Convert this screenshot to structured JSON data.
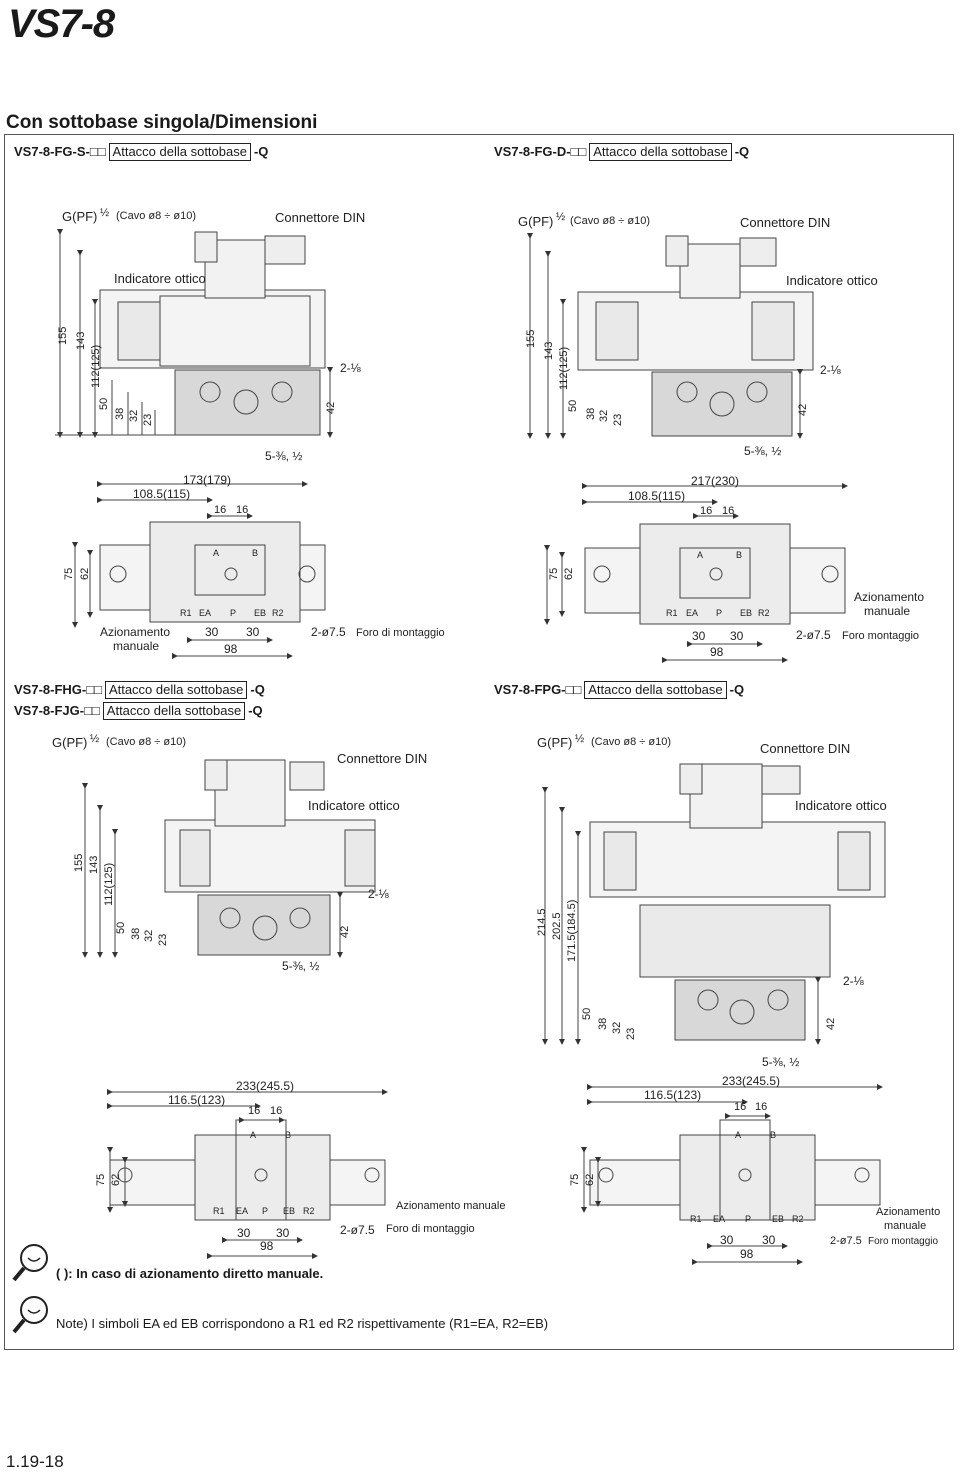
{
  "header": {
    "title": "VS7-8",
    "section": "Con sottobase singola/Dimensioni"
  },
  "box_label": "Attacco della sottobase",
  "suffix": "-Q",
  "models": {
    "tl": "VS7-8-FG-S-□□",
    "tr": "VS7-8-FG-D-□□",
    "bl1": "VS7-8-FHG-□□",
    "bl2": "VS7-8-FJG-□□",
    "br": "VS7-8-FPG-□□"
  },
  "labels": {
    "gpf": "G(PF)",
    "half": "½",
    "cable": "(Cavo ø8 ÷ ø10)",
    "din": "Connettore DIN",
    "indicator": "Indicatore ottico",
    "port_small": "2-⅛",
    "port_main": "5-⅜, ½",
    "mount_hole": "2-ø7.5",
    "foro_di": "Foro di montaggio",
    "foro": "Foro montaggio",
    "azionamento": "Azionamento",
    "manuale": "manuale",
    "azionamento_manuale": "Azionamento manuale",
    "r1": "R1",
    "ea": "EA",
    "p": "P",
    "eb": "EB",
    "r2": "R2",
    "a": "A",
    "b": "B"
  },
  "dims": {
    "h155": "155",
    "h143": "143",
    "h112": "112(125)",
    "h50": "50",
    "h38": "38",
    "h32": "32",
    "h23": "23",
    "h42": "42",
    "w75": "75",
    "w62": "62",
    "w30": "30",
    "w98": "98",
    "w16": "16",
    "s_total": "173(179)",
    "s_half": "108.5(115)",
    "d_total": "217(230)",
    "d_half": "108.5(115)",
    "h_total": "233(245.5)",
    "h_half": "116.5(123)",
    "p214": "214.5",
    "p202": "202.5",
    "p171": "171.5(184.5)"
  },
  "notes": {
    "n1": "(   ): In caso di azionamento diretto manuale.",
    "n2": "Note) I simboli EA ed EB corrispondono a R1 ed R2 rispettivamente (R1=EA, R2=EB)"
  },
  "footer": {
    "page": "1.19-18"
  }
}
